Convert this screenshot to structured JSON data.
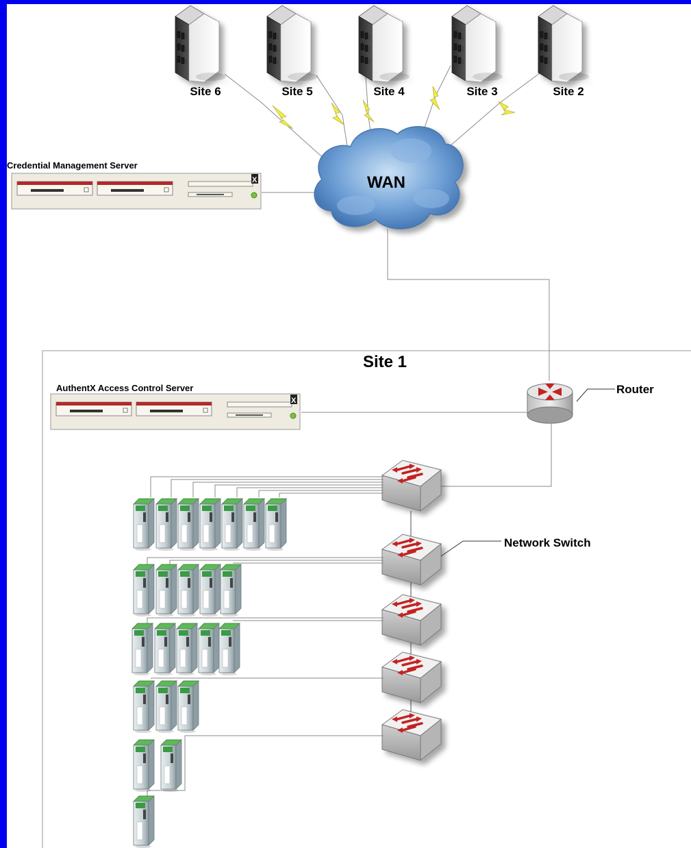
{
  "colors": {
    "frame": "#0000ee",
    "link": "#8a8a8a",
    "wan_link": "#d8d84a",
    "server_red": "#b02a2a",
    "server_body": "#efebe0",
    "cloud": "#5b8fc8",
    "switch_arrow": "#c42222",
    "panel_green": "#2fa84a"
  },
  "icons": {
    "site": "server-tower-icon",
    "cloud": "cloud-icon",
    "rack": "rack-server-icon",
    "router": "router-icon",
    "switch": "network-switch-icon",
    "panel": "access-panel-icon"
  },
  "sites": [
    "Site 6",
    "Site 5",
    "Site 4",
    "Site 3",
    "Site 2"
  ],
  "wan_label": "WAN",
  "credential_server_label": "Credential Management Server",
  "site1_label": "Site 1",
  "access_server_label": "AuthentX Access Control Server",
  "router_label": "Router",
  "switch_label": "Network Switch",
  "switch_rows": [
    {
      "panels": 7
    },
    {
      "panels": 5
    },
    {
      "panels": 5
    },
    {
      "panels": 3
    },
    {
      "panels": 3
    }
  ]
}
